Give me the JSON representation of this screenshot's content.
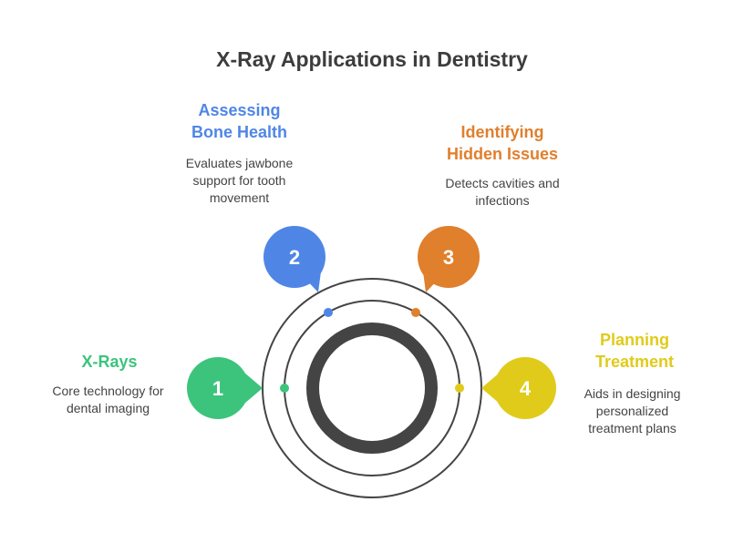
{
  "title": "X-Ray Applications in Dentistry",
  "colors": {
    "green": "#3cc47c",
    "blue": "#4f86e6",
    "orange": "#e07f2c",
    "yellow": "#e0cb1a",
    "ring": "#444444"
  },
  "steps": [
    {
      "number": "1",
      "title_line1": "X-Rays",
      "title_line2": "",
      "desc_line1": "Core technology for",
      "desc_line2": "dental imaging",
      "desc_line3": ""
    },
    {
      "number": "2",
      "title_line1": "Assessing",
      "title_line2": "Bone Health",
      "desc_line1": "Evaluates jawbone",
      "desc_line2": "support for tooth",
      "desc_line3": "movement"
    },
    {
      "number": "3",
      "title_line1": "Identifying",
      "title_line2": "Hidden Issues",
      "desc_line1": "Detects cavities and",
      "desc_line2": "infections",
      "desc_line3": ""
    },
    {
      "number": "4",
      "title_line1": "Planning",
      "title_line2": "Treatment",
      "desc_line1": "Aids in designing",
      "desc_line2": "personalized",
      "desc_line3": "treatment plans"
    }
  ]
}
